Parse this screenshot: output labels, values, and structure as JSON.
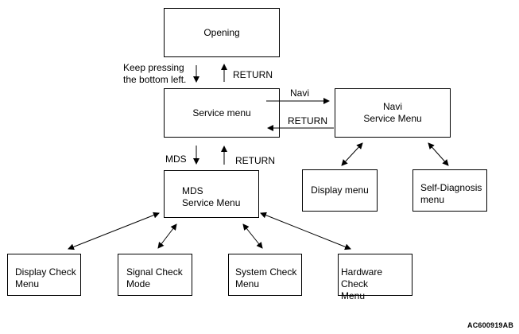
{
  "nodes": {
    "opening": "Opening",
    "service_menu": "Service menu",
    "navi_service_menu": "Navi\nService Menu",
    "mds_service_menu": "MDS\nService Menu",
    "display_menu": "Display menu",
    "self_diagnosis_menu": "Self-Diagnosis\nmenu",
    "display_check_menu": "Display Check\nMenu",
    "signal_check_mode": "Signal Check\nMode",
    "system_check_menu": "System Check\nMenu",
    "hardware_check_menu": "Hardware Check\nMenu"
  },
  "edge_labels": {
    "keep_pressing": "Keep pressing\nthe bottom left.",
    "return_1": "RETURN",
    "navi": "Navi",
    "return_2": "RETURN",
    "mds": "MDS",
    "return_3": "RETURN"
  },
  "figure_code": "AC600919AB"
}
